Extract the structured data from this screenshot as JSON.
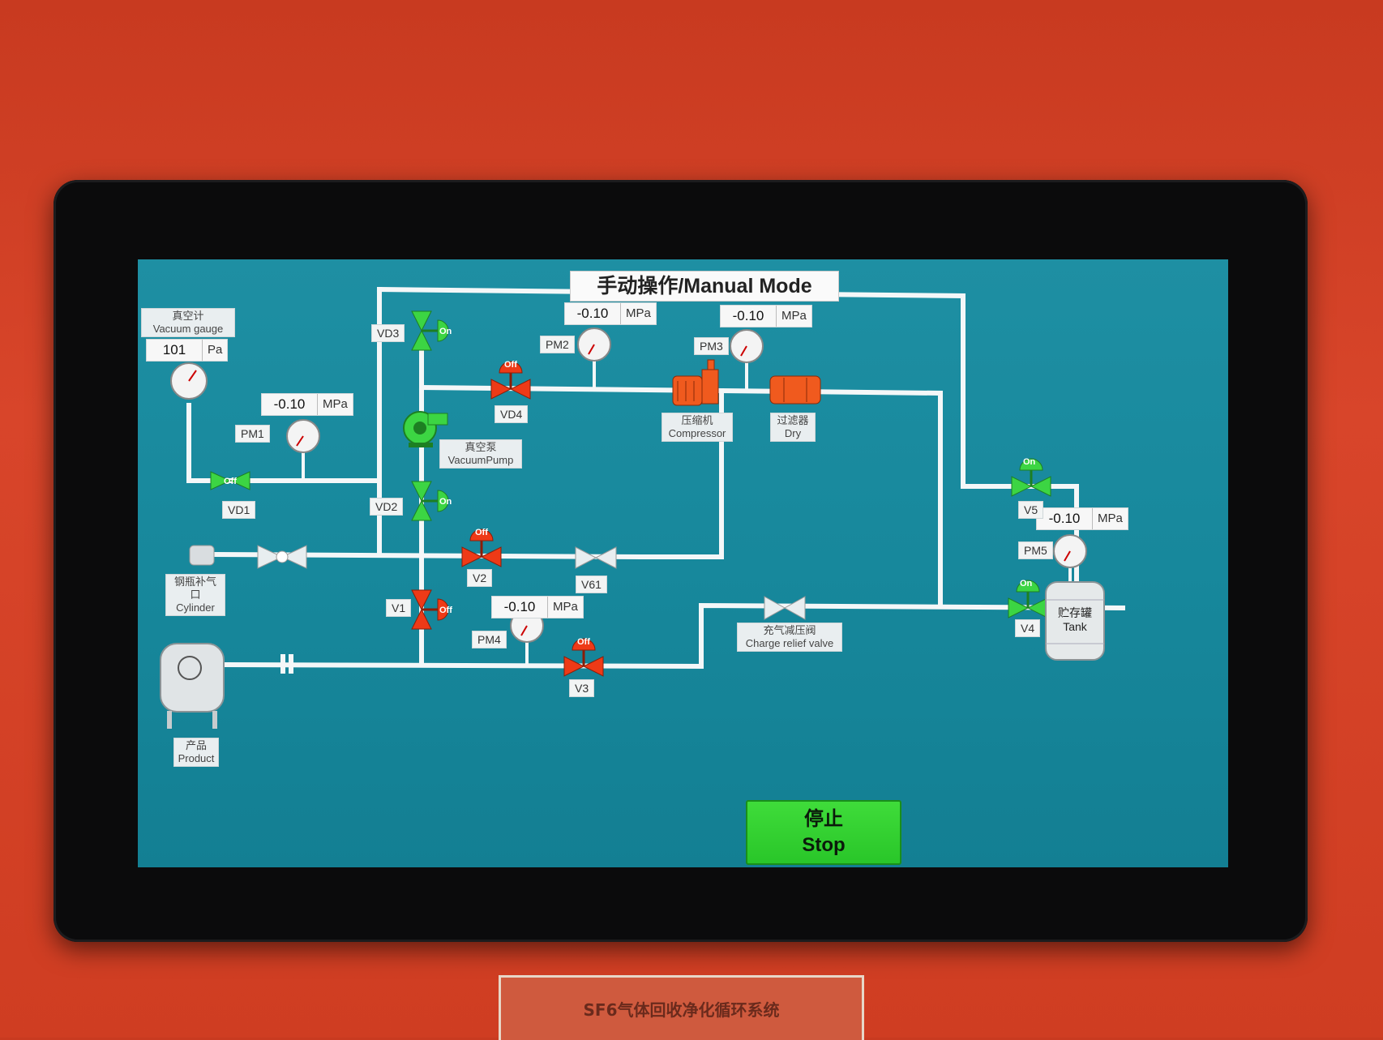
{
  "title": "手动操作/Manual Mode",
  "vacuum_gauge": {
    "label_cn": "真空计",
    "label_en": "Vacuum gauge",
    "value": "101",
    "unit": "Pa"
  },
  "readouts": {
    "pm1": {
      "value": "-0.10",
      "unit": "MPa"
    },
    "pm2": {
      "value": "-0.10",
      "unit": "MPa"
    },
    "pm3": {
      "value": "-0.10",
      "unit": "MPa"
    },
    "pm4": {
      "value": "-0.10",
      "unit": "MPa"
    },
    "pm5": {
      "value": "-0.10",
      "unit": "MPa"
    }
  },
  "gauges": {
    "pm1": "PM1",
    "pm2": "PM2",
    "pm3": "PM3",
    "pm4": "PM4",
    "pm5": "PM5"
  },
  "valves": {
    "vd1": {
      "label": "VD1",
      "state": "Off"
    },
    "vd2": {
      "label": "VD2",
      "state": "On"
    },
    "vd3": {
      "label": "VD3",
      "state": "On"
    },
    "vd4": {
      "label": "VD4",
      "state": "Off"
    },
    "v1": {
      "label": "V1",
      "state": "Off"
    },
    "v2": {
      "label": "V2",
      "state": "Off"
    },
    "v3": {
      "label": "V3",
      "state": "Off"
    },
    "v4": {
      "label": "V4",
      "state": "On"
    },
    "v5": {
      "label": "V5",
      "state": "On"
    },
    "v61": {
      "label": "V61"
    }
  },
  "equipment": {
    "vacuum_pump": {
      "cn": "真空泵",
      "en": "VacuumPump"
    },
    "compressor": {
      "cn": "压缩机",
      "en": "Compressor"
    },
    "dryer": {
      "cn": "过滤器",
      "en": "Dry"
    },
    "cylinder": {
      "cn": "钢瓶补气口",
      "en": "Cylinder"
    },
    "product": {
      "cn": "产品",
      "en": "Product"
    },
    "tank": {
      "cn": "贮存罐",
      "en": "Tank"
    },
    "charge_relief": {
      "cn": "充气减压阀",
      "en": "Charge relief valve"
    }
  },
  "stop_button": {
    "cn": "停止",
    "en": "Stop"
  },
  "plate_text": "SF6气体回收净化循环系统",
  "colors": {
    "screen_bg": "#1a8b9f",
    "valve_on": "#2fd23a",
    "valve_off": "#ee3a17",
    "pipe": "#f4f7f8",
    "stop_btn": "#33d433"
  }
}
